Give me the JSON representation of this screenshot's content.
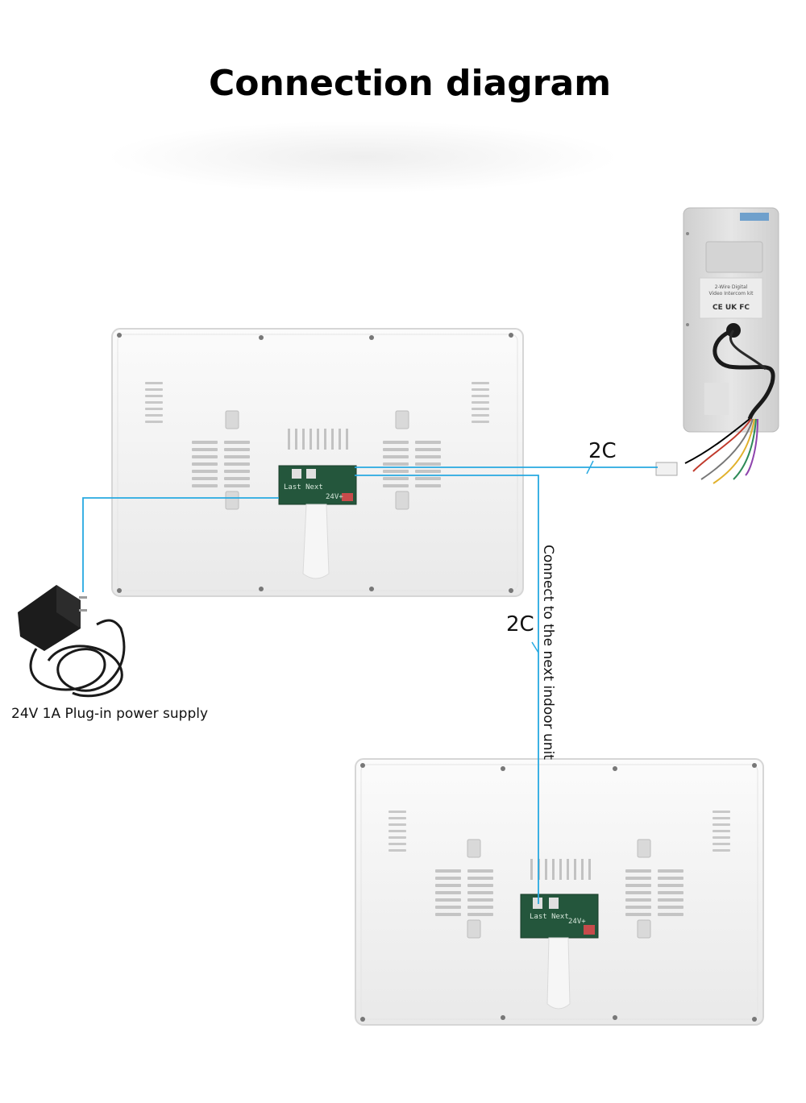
{
  "title": "Connection diagram",
  "labels": {
    "cable_outdoor": "2C",
    "cable_next": "2C",
    "power_supply": "24V 1A Plug-in power supply",
    "next_unit": "Connect to the next indoor unit",
    "port_labels": "Last Next",
    "power_port": "24V+"
  },
  "door_station": {
    "product_line_1": "2-Wire Digital",
    "product_line_2": "Video Intercom kit",
    "cert_marks": "CE UK FC"
  },
  "colors": {
    "wire": "#27a9e1",
    "monitor_body": "#f2f2f2",
    "pcb": "#1f5a3c",
    "door_station": "#dcdcdc"
  }
}
